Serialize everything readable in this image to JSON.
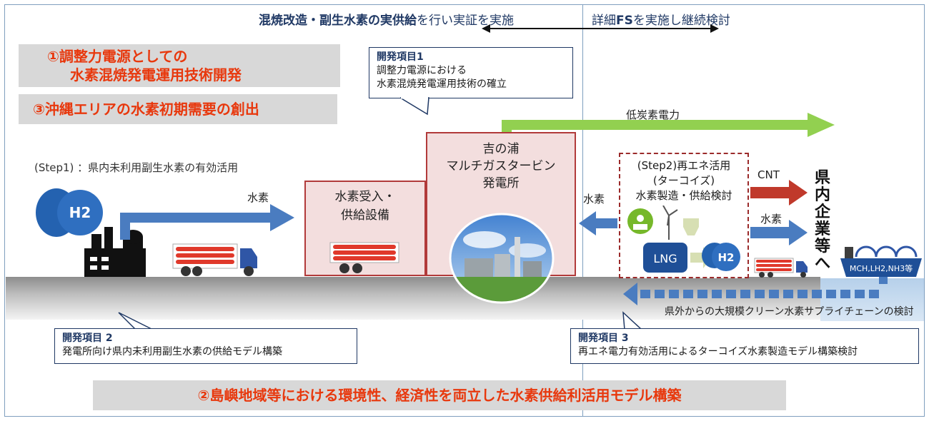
{
  "phase_bar": {
    "left_bold": "混焼改造・副生水素の実供給",
    "left_normal": "を行い実証を実施",
    "right_normal_1": "詳細",
    "right_bold": "FS",
    "right_normal_2": "を実施し継続検討"
  },
  "banners": {
    "goal1_line1": "①調整力電源としての",
    "goal1_line2": "水素混焼発電運用技術開発",
    "goal3": "③沖縄エリアの水素初期需要の創出",
    "goal2": "②島嶼地域等における環境性、経済性を両立した水素供給利活用モデル構築"
  },
  "dev_items": [
    {
      "title": "開発項目1",
      "lines": [
        "調整力電源における",
        "水素混焼発電運用技術の確立"
      ]
    },
    {
      "title": "開発項目 2",
      "lines": [
        "発電所向け県内未利用副生水素の供給モデル構築"
      ]
    },
    {
      "title": "開発項目 3",
      "lines": [
        "再エネ電力有効活用によるターコイズ水素製造モデル構築検討"
      ]
    }
  ],
  "step1_text": "(Step1) ：県内未利用副生水素の有効活用",
  "labels": {
    "hydrogen_1": "水素",
    "hydrogen_2": "水素",
    "hydrogen_3": "水素",
    "low_carbon": "低炭素電力",
    "cnt": "CNT",
    "h2": "H2",
    "lng": "LNG",
    "ship_cargo": "MCH,LH2,NH3等",
    "supply_chain": "県外からの大規模クリーン水素サプライチェーンの検討"
  },
  "facilities": {
    "receiving_line1": "水素受入・",
    "receiving_line2": "供給設備",
    "plant_line1": "吉の浦",
    "plant_line2": "マルチガスタービン",
    "plant_line3": "発電所"
  },
  "step2": {
    "line1": "(Step2)再エネ活用",
    "line2": "(ターコイズ)",
    "line3": "水素製造・供給検討"
  },
  "destination": [
    "県",
    "内",
    "企",
    "業",
    "等",
    "へ"
  ],
  "colors": {
    "accent_red": "#e8380d",
    "navy": "#1f3864",
    "arrow_blue": "#4a7cc0",
    "arrow_green": "#92d050",
    "arrow_red": "#c0392b"
  }
}
